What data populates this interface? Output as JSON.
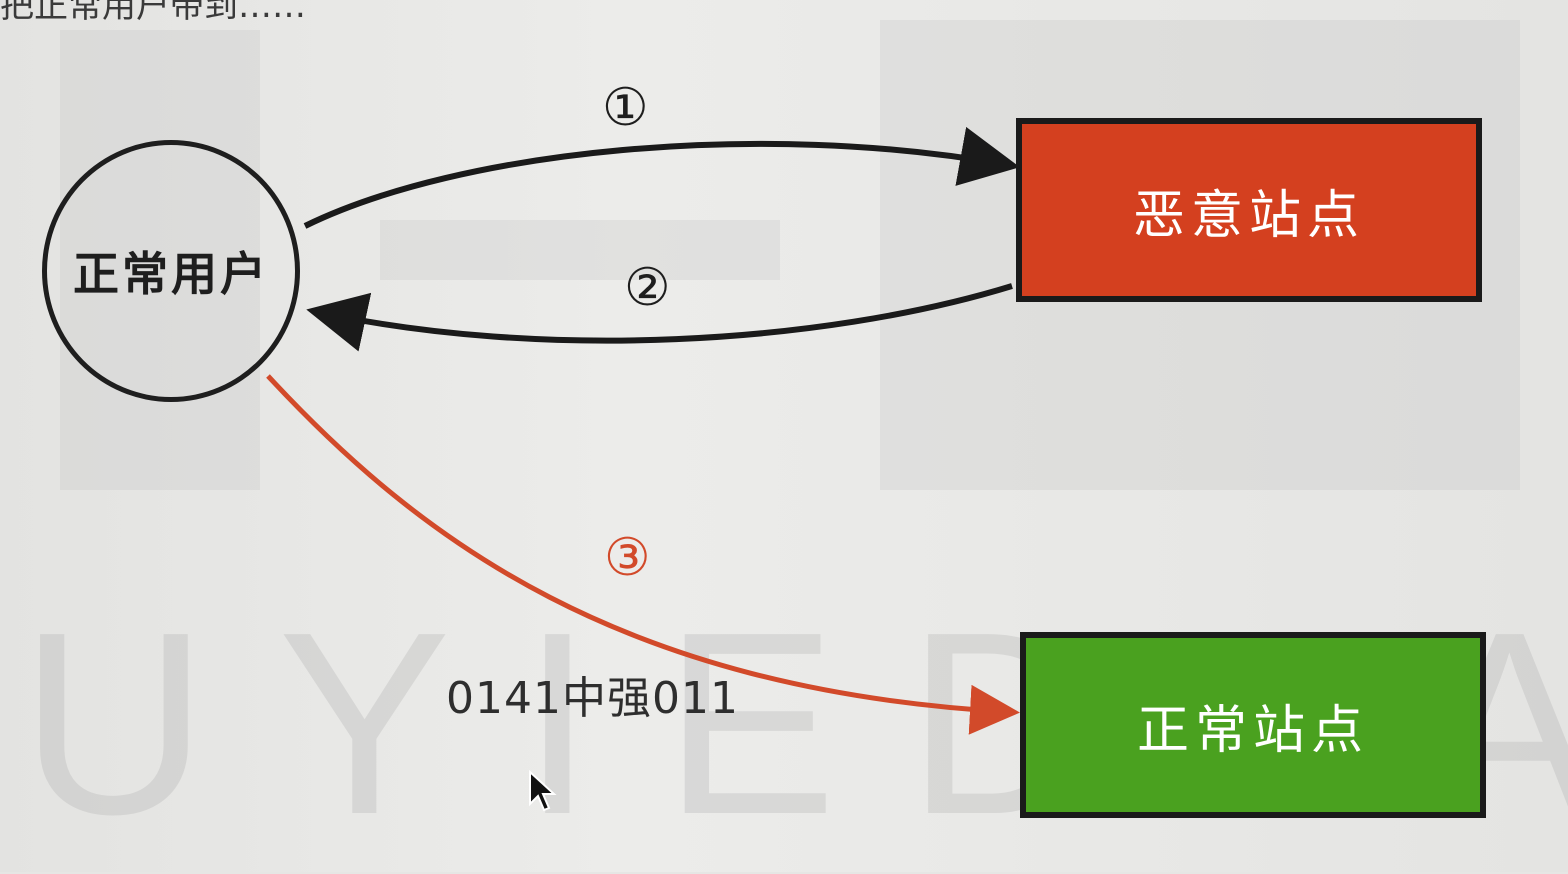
{
  "top_text": "把正常用户带到……",
  "nodes": {
    "user": "正常用户",
    "malicious_site": "恶意站点",
    "normal_site": "正常站点"
  },
  "steps": {
    "one": "①",
    "two": "②",
    "three": "③"
  },
  "code_text": "0141中强011",
  "watermark_text": "UYIEDUA",
  "colors": {
    "malicious_site": "#d4401f",
    "normal_site": "#4aa11f",
    "arrow_black": "#1a1a1a",
    "arrow_red": "#d24a2a",
    "label_red": "#d24a2a"
  },
  "icons": {
    "cursor": "mouse-pointer-icon"
  }
}
